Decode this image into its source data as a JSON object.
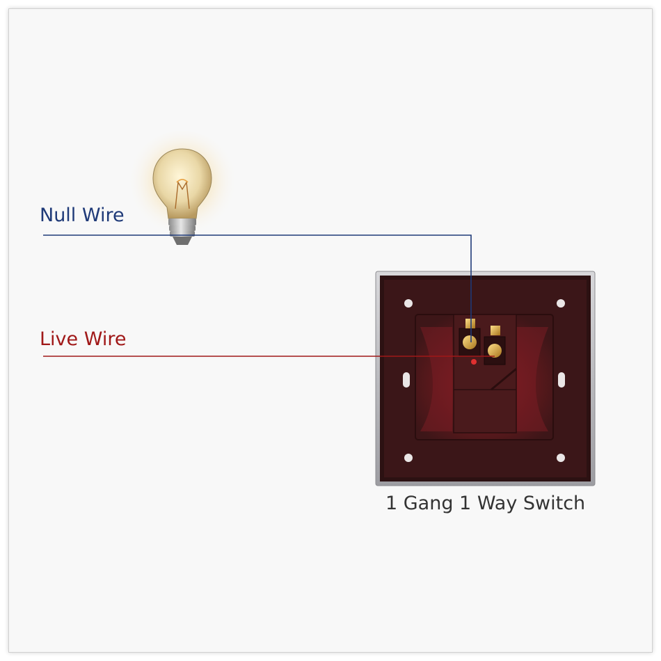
{
  "labels": {
    "null_wire": "Null Wire",
    "live_wire": "Live Wire",
    "switch": "1 Gang 1 Way Switch"
  },
  "colors": {
    "null_wire": "#1f3a78",
    "live_wire": "#a01818",
    "switch_body": "#3a1718",
    "switch_frame": "#c9c9cc",
    "background": "#f8f8f8"
  },
  "icons": {
    "bulb": "light-bulb-icon",
    "switch": "wall-switch-back-icon"
  }
}
